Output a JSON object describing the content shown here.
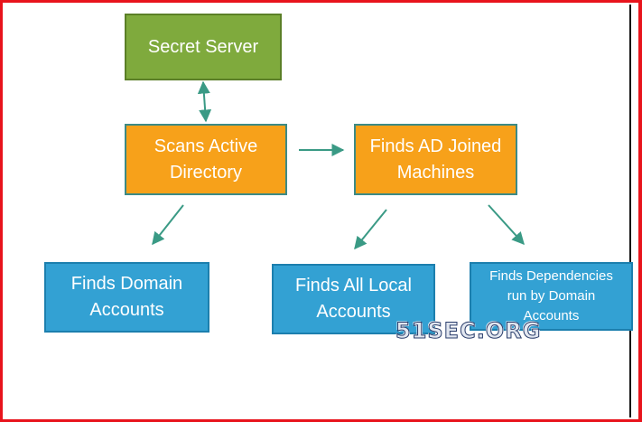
{
  "diagram": {
    "nodes": {
      "secret_server": "Secret Server",
      "scans_ad": "Scans Active\nDirectory",
      "finds_ad_joined": "Finds AD Joined\nMachines",
      "finds_domain_accounts": "Finds Domain\nAccounts",
      "finds_local_accounts": "Finds All Local\nAccounts",
      "finds_dependencies": "Finds Dependencies\nrun by Domain\nAccounts"
    },
    "edges": [
      {
        "from": "secret_server",
        "to": "scans_ad",
        "bidirectional": true
      },
      {
        "from": "scans_ad",
        "to": "finds_ad_joined"
      },
      {
        "from": "scans_ad",
        "to": "finds_domain_accounts"
      },
      {
        "from": "finds_ad_joined",
        "to": "finds_local_accounts"
      },
      {
        "from": "finds_ad_joined",
        "to": "finds_dependencies"
      }
    ],
    "colors": {
      "top_node": "#7faa3d",
      "scan_nodes": "#f7a11a",
      "result_nodes": "#33a1d3",
      "arrows": "#3a9a85",
      "frame": "#e8141c"
    }
  },
  "watermark": "51SEC.ORG"
}
